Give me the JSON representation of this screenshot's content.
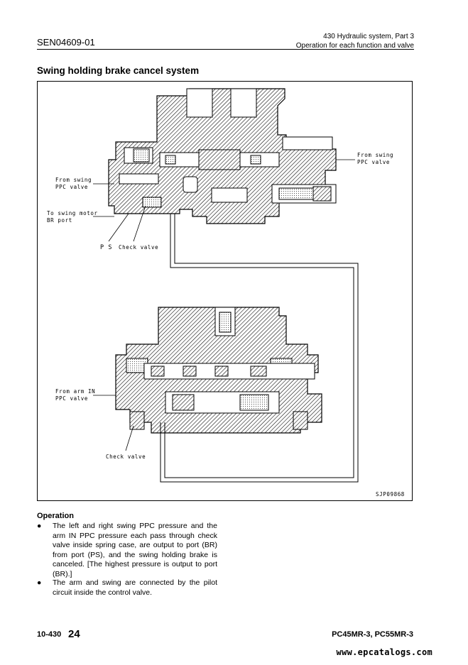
{
  "header": {
    "doc_id": "SEN04609-01",
    "chapter": "430 Hydraulic system, Part 3",
    "subtitle": "Operation for each function and valve"
  },
  "section_title": "Swing holding brake cancel system",
  "figure": {
    "labels": {
      "from_swing_ppc_right_1": "From swing",
      "from_swing_ppc_right_2": "PPC valve",
      "from_swing_ppc_left_1": "From swing",
      "from_swing_ppc_left_2": "PPC valve",
      "to_swing_motor_1": "To swing motor",
      "to_swing_motor_2": "BR port",
      "ps": "P S",
      "check_valve_top": "Check valve",
      "from_arm_in_1": "From arm IN",
      "from_arm_in_2": "PPC valve",
      "check_valve_bottom": "Check valve",
      "figure_code": "SJP09868"
    }
  },
  "operation": {
    "title": "Operation",
    "bullets": [
      "The left and right swing PPC pressure and the arm IN PPC pressure each pass through check valve inside spring case, are output to port (BR) from port (PS), and the swing holding brake is canceled. [The highest pressure is output to port (BR).]",
      "The arm and swing are connected by the pilot circuit inside the control valve."
    ]
  },
  "footer": {
    "page_prefix": "10-430",
    "page_number": "24",
    "model": "PC45MR-3, PC55MR-3",
    "watermark": "www.epcatalogs.com"
  }
}
